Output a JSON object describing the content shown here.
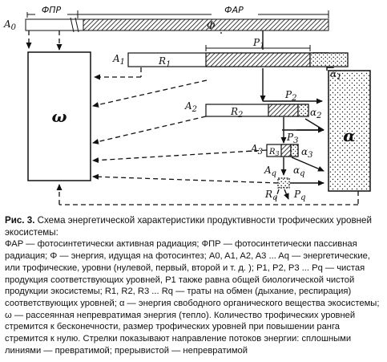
{
  "diagram": {
    "labels": {
      "fpr": "ФПР",
      "far": "ФАР",
      "phi": "Φ",
      "omega": "ω",
      "alpha": "α",
      "A0": "A",
      "A0_sub": "0",
      "A1": "A",
      "A1_sub": "1",
      "A2": "A",
      "A2_sub": "2",
      "A3": "A",
      "A3_sub": "3",
      "Aq": "A",
      "Aq_sub": "q",
      "P1": "P",
      "P1_sub": "1",
      "P2": "P",
      "P2_sub": "2",
      "P3": "P",
      "P3_sub": "3",
      "Pq": "P",
      "Pq_sub": "q",
      "R1": "R",
      "R1_sub": "1",
      "R2": "R",
      "R2_sub": "2",
      "R3": "R",
      "R3_sub": "3",
      "Rq": "R",
      "Rq_sub": "q",
      "a1": "α",
      "a1_sub": "1",
      "a2": "α",
      "a2_sub": "2",
      "a3": "α",
      "a3_sub": "3",
      "aq": "α",
      "aq_sub": "q"
    }
  },
  "caption": {
    "figure_label": "Рис. 3.",
    "title": " Схема энергетической характеристики продуктивности трофических уровней экосистемы:",
    "body": "ФАР — фотосинтетически активная радиация; ФПР — фотосинтетически пассивная радиация; Φ — энергия, идущая на фотосинтез; A0, A1, A2, A3 ... Aq — энергетические, или трофические, уровни (нулевой, первый, второй и т. д. ); P1, P2, P3 ... Pq — чистая продукция соответствующих уровней, P1 также равна общей биологической чистой продукции экосистемы; R1, R2, R3 ... Rq — траты на обмен (дыхание, респирация) соответствующих уровней; α — энергия свободного органического вещества экосистемы; ω — рассеянная непревратимая энергия (тепло). Количество трофических уровней стремится к бесконечности, размер трофических уровней при повышении ранга стремится к нулю. Стрелки показывают направление потоков энергии: сплошными линиями — превратимой; прерывистой — непревратимой"
  }
}
